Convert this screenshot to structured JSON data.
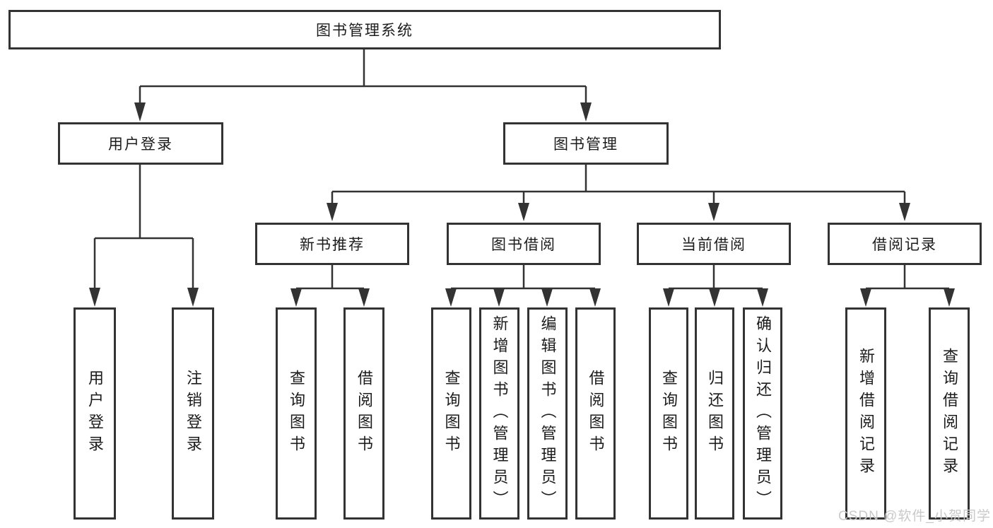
{
  "diagram": {
    "title": "图书管理系统",
    "nodes": {
      "root": {
        "label": "图书管理系统"
      },
      "level2": [
        {
          "label": "用户登录"
        },
        {
          "label": "图书管理"
        }
      ],
      "level3": [
        {
          "label": "新书推荐"
        },
        {
          "label": "图书借阅"
        },
        {
          "label": "当前借阅"
        },
        {
          "label": "借阅记录"
        }
      ],
      "leaves": [
        {
          "label": "用户登录"
        },
        {
          "label": "注销登录"
        },
        {
          "label": "查询图书"
        },
        {
          "label": "借阅图书"
        },
        {
          "label": "查询图书"
        },
        {
          "label": "新增图书（管理员）"
        },
        {
          "label": "编辑图书（管理员）"
        },
        {
          "label": "借阅图书"
        },
        {
          "label": "查询图书"
        },
        {
          "label": "归还图书"
        },
        {
          "label": "确认归还（管理员）"
        },
        {
          "label": "新增借阅记录"
        },
        {
          "label": "查询借阅记录"
        }
      ]
    },
    "edges": [
      {
        "from": "图书管理系统",
        "to": "用户登录"
      },
      {
        "from": "图书管理系统",
        "to": "图书管理"
      },
      {
        "from": "用户登录",
        "to": "用户登录"
      },
      {
        "from": "用户登录",
        "to": "注销登录"
      },
      {
        "from": "图书管理",
        "to": "新书推荐"
      },
      {
        "from": "图书管理",
        "to": "图书借阅"
      },
      {
        "from": "图书管理",
        "to": "当前借阅"
      },
      {
        "from": "图书管理",
        "to": "借阅记录"
      },
      {
        "from": "新书推荐",
        "to": "查询图书"
      },
      {
        "from": "新书推荐",
        "to": "借阅图书"
      },
      {
        "from": "图书借阅",
        "to": "查询图书"
      },
      {
        "from": "图书借阅",
        "to": "新增图书（管理员）"
      },
      {
        "from": "图书借阅",
        "to": "编辑图书（管理员）"
      },
      {
        "from": "图书借阅",
        "to": "借阅图书"
      },
      {
        "from": "当前借阅",
        "to": "查询图书"
      },
      {
        "from": "当前借阅",
        "to": "归还图书"
      },
      {
        "from": "当前借阅",
        "to": "确认归还（管理员）"
      },
      {
        "from": "借阅记录",
        "to": "新增借阅记录"
      },
      {
        "from": "借阅记录",
        "to": "查询借阅记录"
      }
    ],
    "colors": {
      "line": "#333333",
      "box_border": "#333333",
      "text": "#1c1c1c",
      "watermark": "#c9c9c9",
      "background": "#ffffff"
    }
  },
  "watermark": "CSDN @软件_小贺同学"
}
